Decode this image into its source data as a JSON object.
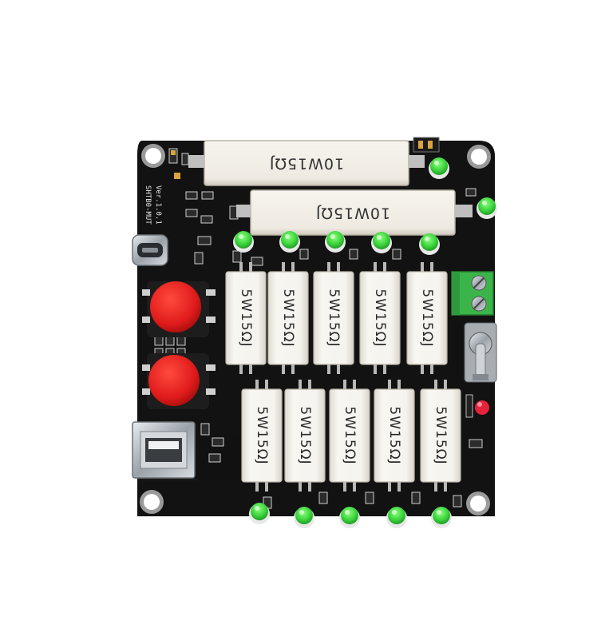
{
  "board": {
    "silkscreen_name": "SHTB0-MUT",
    "silkscreen_version": "Ver.1.0.1"
  },
  "large_resistors": [
    {
      "label": "10W15ΩJ"
    },
    {
      "label": "10W15ΩJ"
    }
  ],
  "resistors_row1": [
    {
      "label": "5W15ΩJ"
    },
    {
      "label": "5W15ΩJ"
    },
    {
      "label": "5W15ΩJ"
    },
    {
      "label": "5W15ΩJ"
    },
    {
      "label": "5W15ΩJ"
    }
  ],
  "resistors_row2": [
    {
      "label": "5W15ΩJ"
    },
    {
      "label": "5W15ΩJ"
    },
    {
      "label": "5W15ΩJ"
    },
    {
      "label": "5W15ΩJ"
    },
    {
      "label": "5W15ΩJ"
    }
  ],
  "colors": {
    "pcb": "#111111",
    "resistor": "#f4f2ec",
    "button_red": "#e01b1b",
    "led_green": "#39d23a",
    "terminal_green": "#3bb54a"
  }
}
